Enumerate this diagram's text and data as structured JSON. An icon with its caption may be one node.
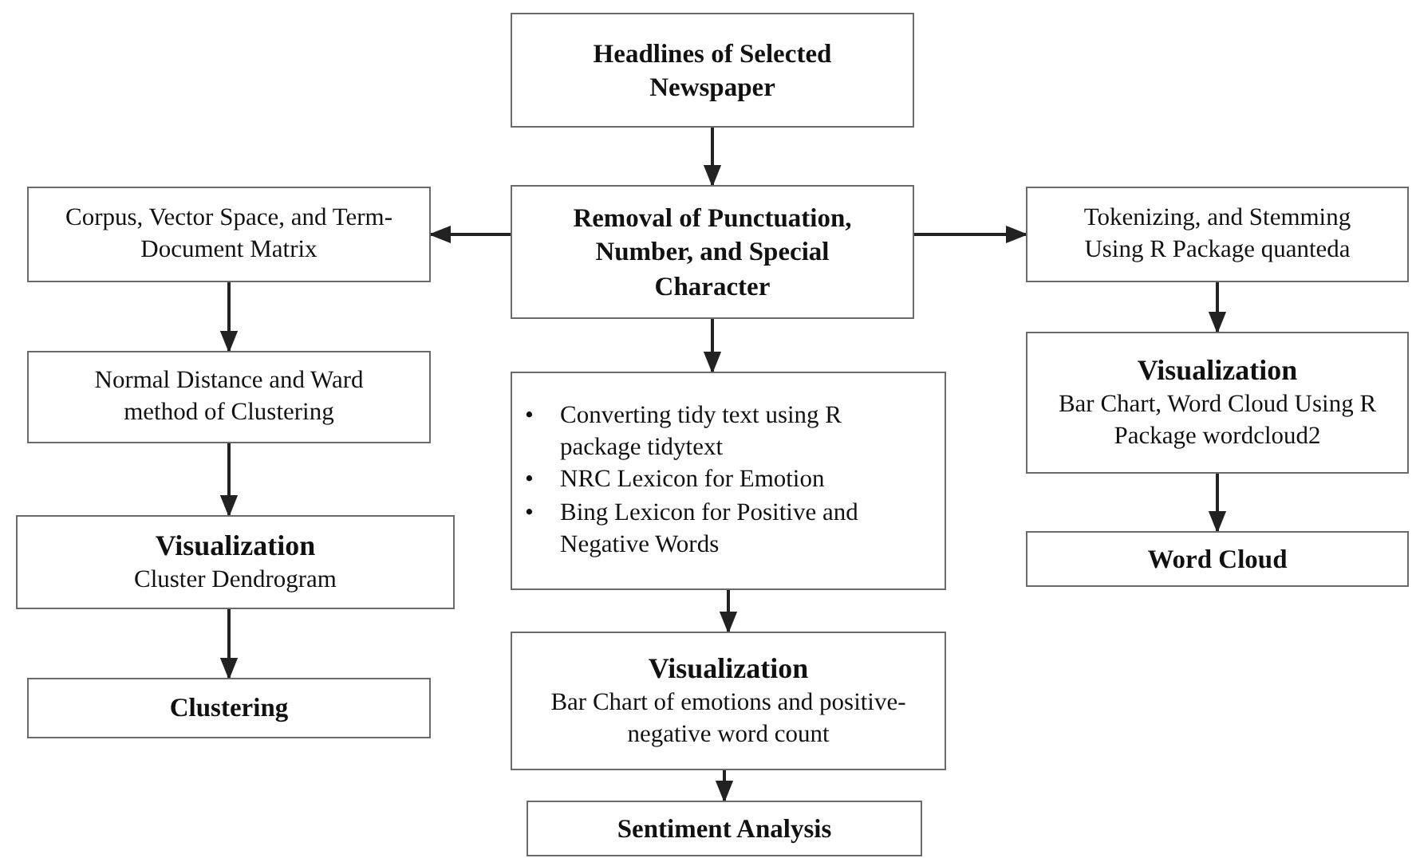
{
  "diagram": {
    "nodes": [
      {
        "text": [
          "Headlines of Selected Newspaper"
        ]
      },
      {
        "text": [
          "Removal of Punctuation, Number, and Special Character"
        ]
      },
      {
        "text": [
          "Corpus, Vector Space, and Term-Document Matrix"
        ]
      },
      {
        "text": [
          "Tokenizing, and Stemming Using R Package quanteda"
        ]
      },
      {
        "text": [
          "Normal Distance and Ward method of Clustering"
        ]
      },
      {
        "text": [
          "•",
          "Converting tidy text using R package tidytext",
          "•",
          "NRC Lexicon for Emotion",
          "•",
          "Bing Lexicon for Positive and Negative Words"
        ]
      },
      {
        "text": [
          "Visualization",
          "Bar Chart, Word Cloud Using R Package wordcloud2"
        ]
      },
      {
        "text": [
          "Visualization",
          "Cluster Dendrogram"
        ]
      },
      {
        "text": [
          "Word Cloud"
        ]
      },
      {
        "text": [
          "Visualization",
          "Bar Chart of emotions and positive-negative word count"
        ]
      },
      {
        "text": [
          "Clustering"
        ]
      },
      {
        "text": [
          "Sentiment Analysis"
        ]
      }
    ],
    "edges": [
      {
        "from": 0,
        "to": 1,
        "arrow": "to"
      },
      {
        "from": 1,
        "to": 2,
        "arrow": "to"
      },
      {
        "from": 1,
        "to": 3,
        "arrow": "to"
      },
      {
        "from": 2,
        "to": 4,
        "arrow": "to"
      },
      {
        "from": 1,
        "to": 5,
        "arrow": "to"
      },
      {
        "from": 3,
        "to": 6,
        "arrow": "to"
      },
      {
        "from": 4,
        "to": 7,
        "arrow": "to"
      },
      {
        "from": 6,
        "to": 8,
        "arrow": "to"
      },
      {
        "from": 5,
        "to": 9,
        "arrow": "to"
      },
      {
        "from": 7,
        "to": 10,
        "arrow": "to"
      },
      {
        "from": 9,
        "to": 11,
        "arrow": "to"
      }
    ]
  }
}
